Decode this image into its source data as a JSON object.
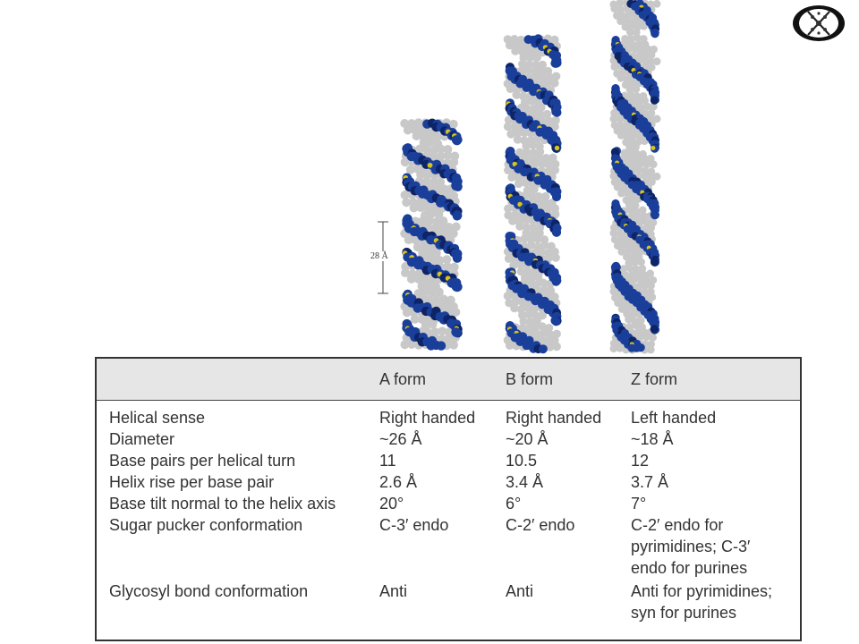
{
  "figure": {
    "scale_label": "28 Å",
    "helix_colors": {
      "backbone": "#1a3f9a",
      "backbone_dark": "#0d2466",
      "bases": "#c8c8c8",
      "phosphate_highlight": "#d9c21a"
    },
    "logo_icon": "dna-stack-logo-icon"
  },
  "table": {
    "headers": [
      "",
      "A form",
      "B form",
      "Z form"
    ],
    "rows": [
      {
        "label": "Helical sense",
        "a": "Right handed",
        "b": "Right handed",
        "z": [
          "Left handed"
        ]
      },
      {
        "label": "Diameter",
        "a": "~26 Å",
        "b": "~20 Å",
        "z": [
          "~18 Å"
        ]
      },
      {
        "label": "Base pairs per helical turn",
        "a": "11",
        "b": "10.5",
        "z": [
          "12"
        ]
      },
      {
        "label": "Helix rise per base pair",
        "a": "2.6 Å",
        "b": "3.4 Å",
        "z": [
          "3.7 Å"
        ]
      },
      {
        "label": "Base tilt normal to the helix axis",
        "a": "20°",
        "b": "6°",
        "z": [
          "7°"
        ]
      },
      {
        "label": "Sugar pucker conformation",
        "a": "C-3′ endo",
        "b": "C-2′ endo",
        "z": [
          "C-2′ endo for",
          "pyrimidines; C-3′",
          "endo for purines"
        ]
      },
      {
        "label": "Glycosyl bond conformation",
        "a": "Anti",
        "b": "Anti",
        "z": [
          "Anti for pyrimidines;",
          "syn for purines"
        ]
      }
    ]
  }
}
